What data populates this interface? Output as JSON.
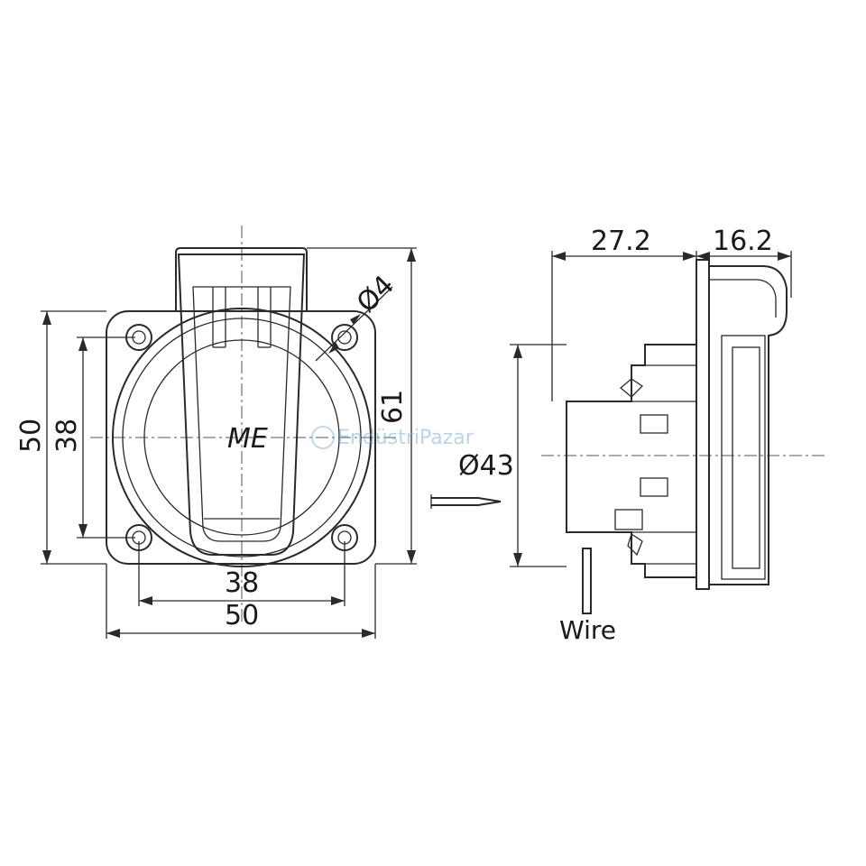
{
  "front_view": {
    "dim_total_width": "50",
    "dim_hole_spacing_x": "38",
    "dim_total_height": "50",
    "dim_hole_spacing_y": "38",
    "dim_overall_height": "61",
    "dim_hole_diameter": "Ø4",
    "logo": "ME"
  },
  "side_view": {
    "dim_depth_body": "27.2",
    "dim_depth_cover": "16.2",
    "dim_body_diameter": "Ø43",
    "wire_label": "Wire"
  },
  "watermark": {
    "text": "EndüstriPazar",
    "color": "#7fb3d9"
  }
}
